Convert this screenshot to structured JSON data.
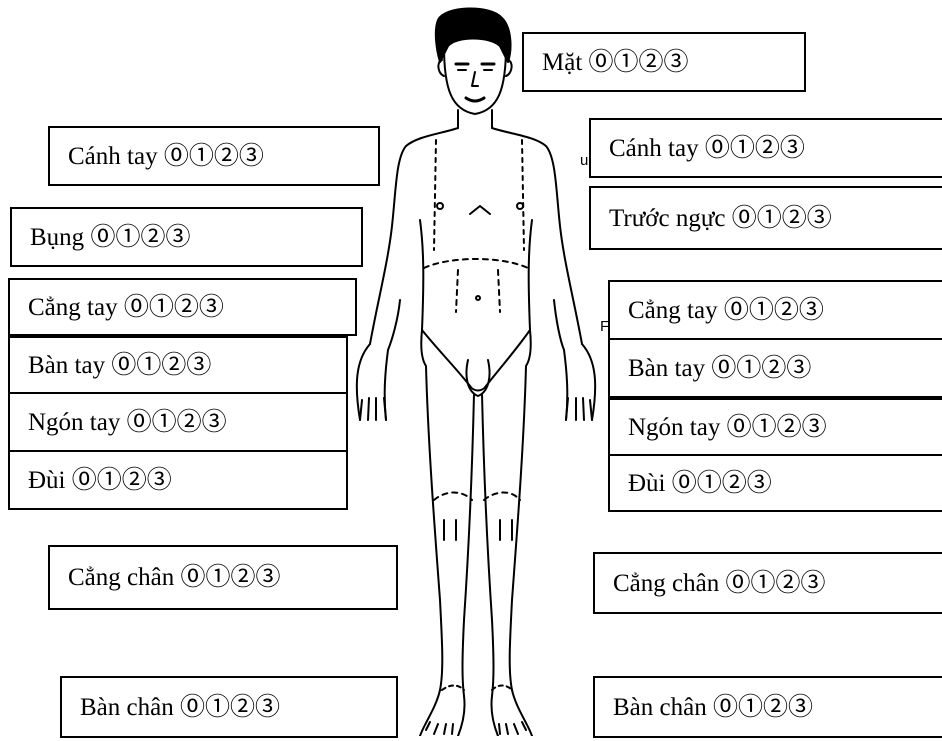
{
  "score_options": "⓪①②③",
  "labels": {
    "face": "Mặt",
    "upper_arm_left": "Cánh tay",
    "upper_arm_right": "Cánh tay",
    "abdomen": "Bụng",
    "chest": "Trước ngực",
    "forearm_left": "Cẳng tay",
    "forearm_right": "Cẳng tay",
    "hand_left": "Bàn tay",
    "hand_right": "Bàn tay",
    "finger_left": "Ngón tay",
    "finger_right": "Ngón tay",
    "thigh_left": "Đùi",
    "thigh_right": "Đùi",
    "shin_left": "Cẳng chân",
    "shin_right": "Cẳng chân",
    "foot_left": "Bàn chân",
    "foot_right": "Bàn chân"
  },
  "stray_marks": {
    "u": "u",
    "r": "F"
  }
}
